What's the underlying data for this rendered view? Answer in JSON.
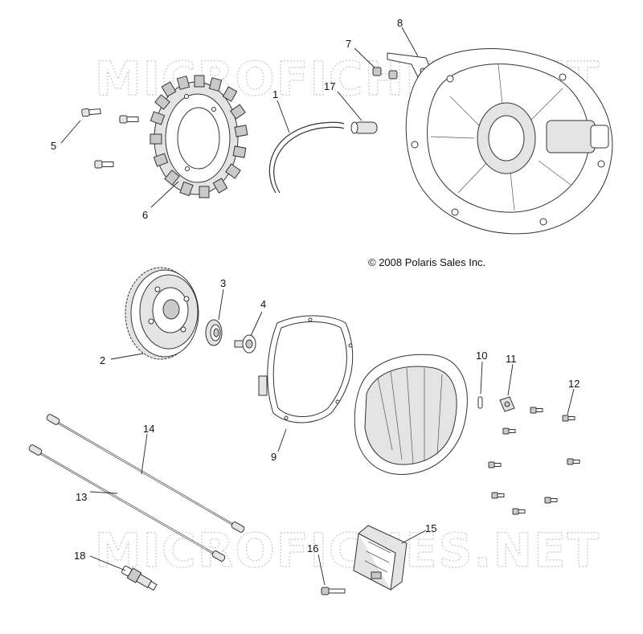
{
  "watermark": {
    "text_top": "MICROFICHES.NET",
    "text_bottom": "MICROFICHES.NET"
  },
  "copyright": "© 2008 Polaris Sales Inc.",
  "callouts": {
    "c1": "1",
    "c2": "2",
    "c3": "3",
    "c4": "4",
    "c5": "5",
    "c6": "6",
    "c7": "7",
    "c8": "8",
    "c9": "9",
    "c10": "10",
    "c11": "11",
    "c12": "12",
    "c13": "13",
    "c14": "14",
    "c15": "15",
    "c16": "16",
    "c17": "17",
    "c18": "18"
  }
}
